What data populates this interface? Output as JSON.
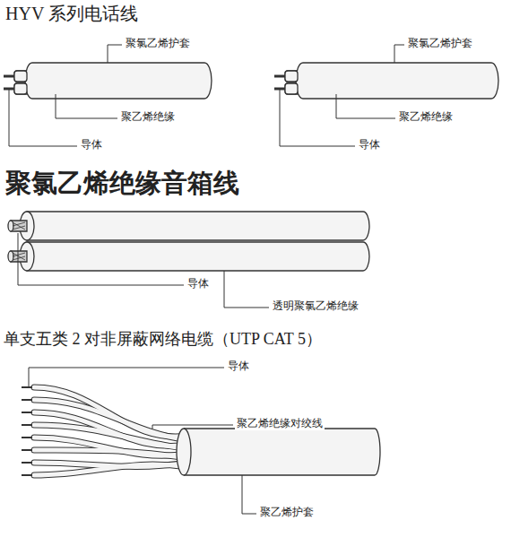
{
  "diagram": {
    "labels": [
      "HYV 系列电话线",
      "聚氯乙烯护套",
      "聚乙烯绝缘",
      "导体",
      "聚氯乙烯护套",
      "聚乙烯绝缘",
      "导体",
      "聚氯乙烯绝缘音箱线",
      "导体",
      "透明聚氯乙烯绝缘",
      "单支五类 2 对非屏蔽网络电缆（UTP CAT 5）",
      "导体",
      "聚乙烯绝缘对绞线",
      "聚乙烯护套"
    ]
  }
}
